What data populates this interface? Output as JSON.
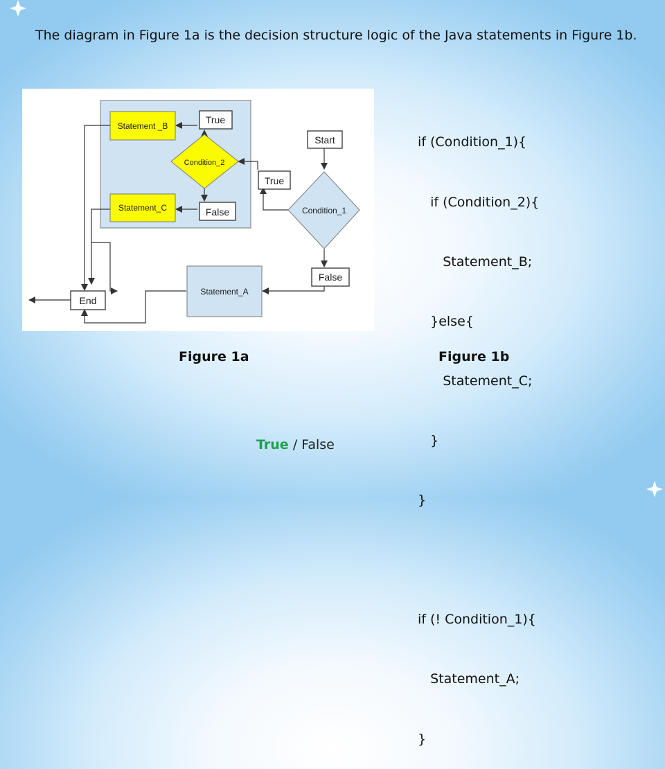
{
  "intro": "The diagram in Figure 1a is the decision structure logic of the Java statements in Figure 1b.",
  "flowchart": {
    "start": "Start",
    "condition_1": "Condition_1",
    "condition_2": "Condition_2",
    "true_1": "True",
    "true_2": "True",
    "false_1": "False",
    "false_2": "False",
    "statement_a": "Statement_A",
    "statement_b": "Statement _B",
    "statement_c": "Statement_C",
    "end": "End"
  },
  "code_lines": [
    "if (Condition_1){",
    "   if (Condition_2){",
    "      Statement_B;",
    "   }else{",
    "      Statement_C;",
    "   }",
    "}",
    "",
    "if (! Condition_1){",
    "   Statement_A;",
    "}"
  ],
  "captions": {
    "figure_a": "Figure 1a",
    "figure_b": "Figure 1b"
  },
  "answer": {
    "true_text": "True",
    "separator": " / ",
    "false_text": "False"
  },
  "colors": {
    "yellow_node": "#fbfb00",
    "blue_node": "#cfe3f2",
    "true_answer": "#1f9f4c"
  }
}
